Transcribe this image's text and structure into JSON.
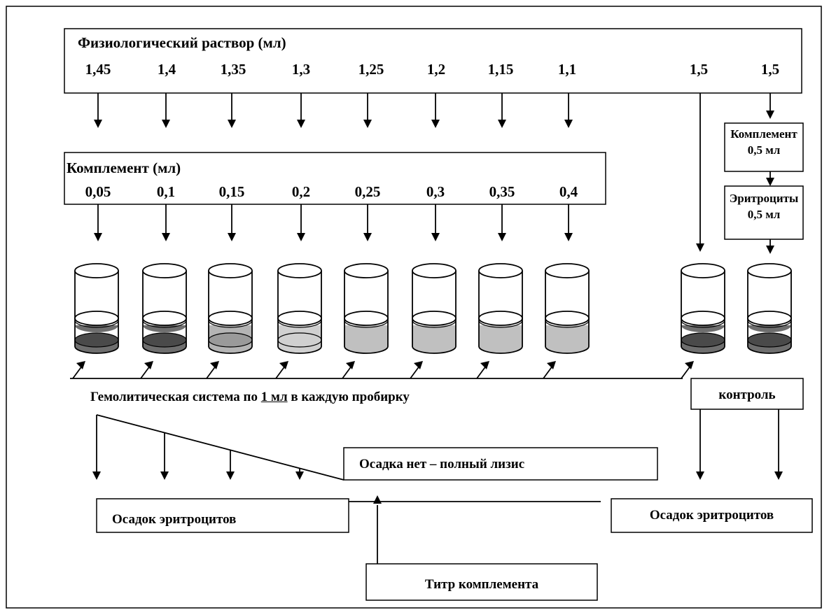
{
  "saline": {
    "title": "Физиологический раствор (мл)",
    "values": [
      "1,45",
      "1,4",
      "1,35",
      "1,3",
      "1,25",
      "1,2",
      "1,15",
      "1,1",
      "1,5",
      "1,5"
    ]
  },
  "complement": {
    "title": "Комплемент (мл)",
    "values": [
      "0,05",
      "0,1",
      "0,15",
      "0,2",
      "0,25",
      "0,3",
      "0,35",
      "0,4"
    ]
  },
  "control_complement": {
    "line1": "Комплемент",
    "line2": "0,5 мл"
  },
  "control_erythrocytes": {
    "line1": "Эритроциты",
    "line2": "0,5 мл"
  },
  "hemolytic": {
    "before": "Гемолитическая система по ",
    "underlined": "1 мл",
    "after": " в каждую пробирку"
  },
  "control_label": "контроль",
  "no_sediment": "Осадка нет – полный лизис",
  "sediment_left": "Осадок эритроцитов",
  "sediment_right": "Осадок эритроцитов",
  "titer": "Титр комплемента",
  "tube_fill_colors": [
    "#6e6e6e",
    "#6e6e6e",
    "#b4b4b4",
    "#d0d0d0",
    "#c0c0c0",
    "#c0c0c0",
    "#c0c0c0",
    "#c0c0c0",
    "#6e6e6e",
    "#6e6e6e"
  ]
}
